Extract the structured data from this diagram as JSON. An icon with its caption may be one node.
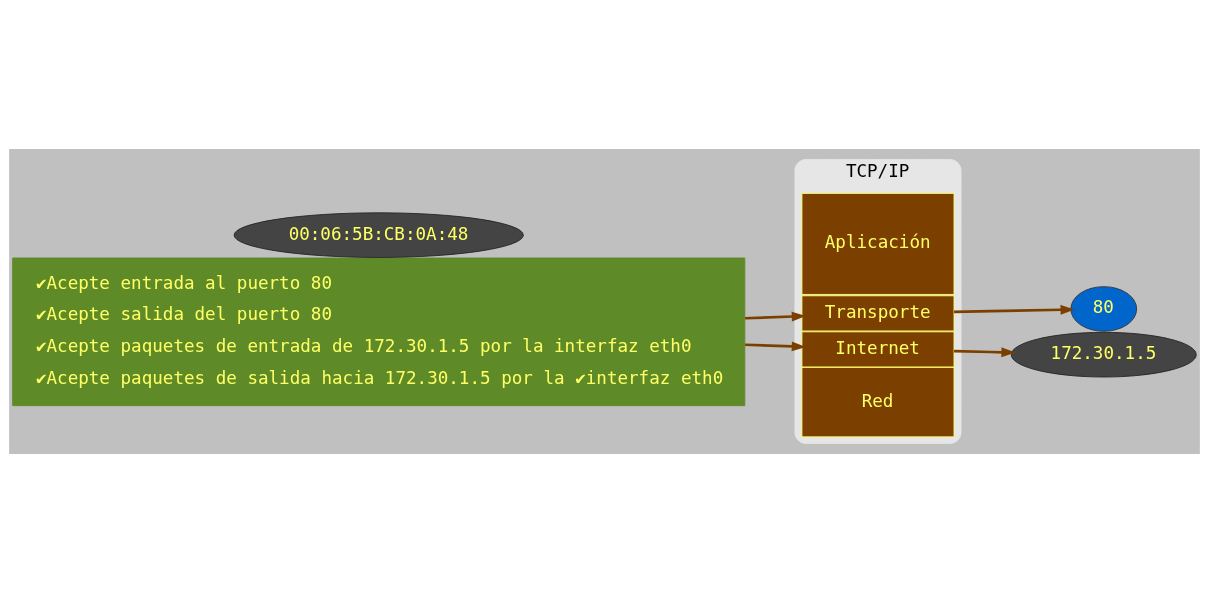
{
  "diagram": {
    "nodes": [
      {
        "text": [
          "✔Acepte entrada al puerto 80",
          "✔Acepte salida del puerto 80",
          "✔Acepte paquetes de entrada de 172.30.1.5 por la interfaz eth0",
          "✔Acepte paquetes de salida hacia 172.30.1.5 por la ✔interfaz eth0"
        ]
      },
      {
        "text": [
          "TCP/IP"
        ]
      },
      {
        "text": [
          "Aplicación"
        ],
        "in": 1
      },
      {
        "text": [
          "Transporte"
        ],
        "in": 1
      },
      {
        "text": [
          "Internet"
        ],
        "in": 1
      },
      {
        "text": [
          "Red"
        ],
        "in": 1
      },
      {
        "text": [
          "80"
        ]
      },
      {
        "text": [
          "172.30.1.5"
        ]
      },
      {
        "text": [
          "00:06:5B:CB:0A:48"
        ]
      }
    ],
    "edges": [
      {
        "from": 0,
        "to": 3,
        "arrow": "to"
      },
      {
        "from": 0,
        "to": 4,
        "arrow": "to"
      },
      {
        "from": 3,
        "to": 6,
        "arrow": "to"
      },
      {
        "from": 4,
        "to": 7,
        "arrow": "to"
      }
    ]
  }
}
